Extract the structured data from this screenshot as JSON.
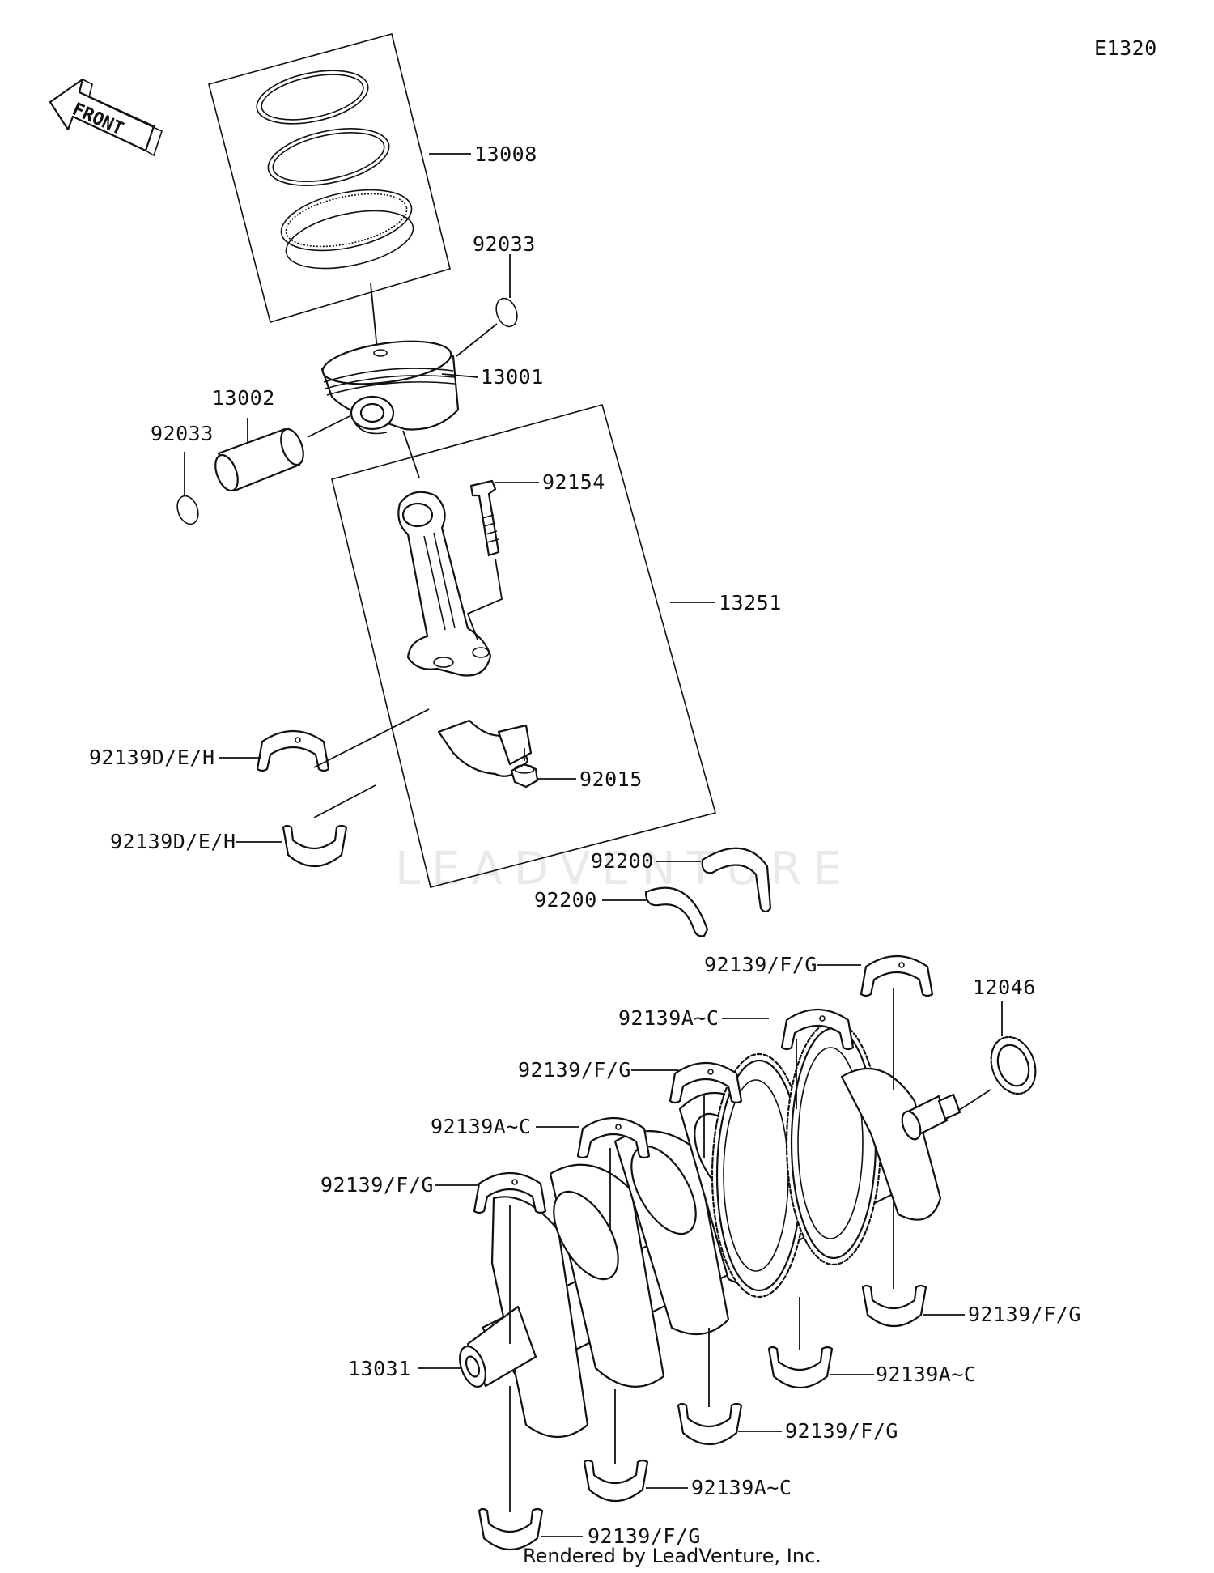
{
  "diagram_code": "E1320",
  "front_arrow_label": "FRONT",
  "watermark": "LEADVENTURE",
  "footer": "Rendered by LeadVenture, Inc.",
  "callouts": {
    "piston_ring_set": "13008",
    "circlip_right": "92033",
    "piston": "13001",
    "piston_pin": "13002",
    "circlip_left": "92033",
    "conrod_bolt": "92154",
    "connecting_rod": "13251",
    "rod_bearing_upper": "92139D/E/H",
    "rod_nut": "92015",
    "rod_bearing_lower": "92139D/E/H",
    "thrust_washer_upper": "92200",
    "thrust_washer_lower": "92200",
    "main_upper_1": "92139/F/G",
    "main_upper_2": "92139A~C",
    "main_upper_3": "92139/F/G",
    "main_upper_4": "92139A~C",
    "main_upper_5": "92139/F/G",
    "needle_bearing": "12046",
    "crankshaft": "13031",
    "main_lower_1": "92139/F/G",
    "main_lower_2": "92139A~C",
    "main_lower_3": "92139/F/G",
    "main_lower_4": "92139A~C",
    "main_lower_5": "92139/F/G"
  }
}
